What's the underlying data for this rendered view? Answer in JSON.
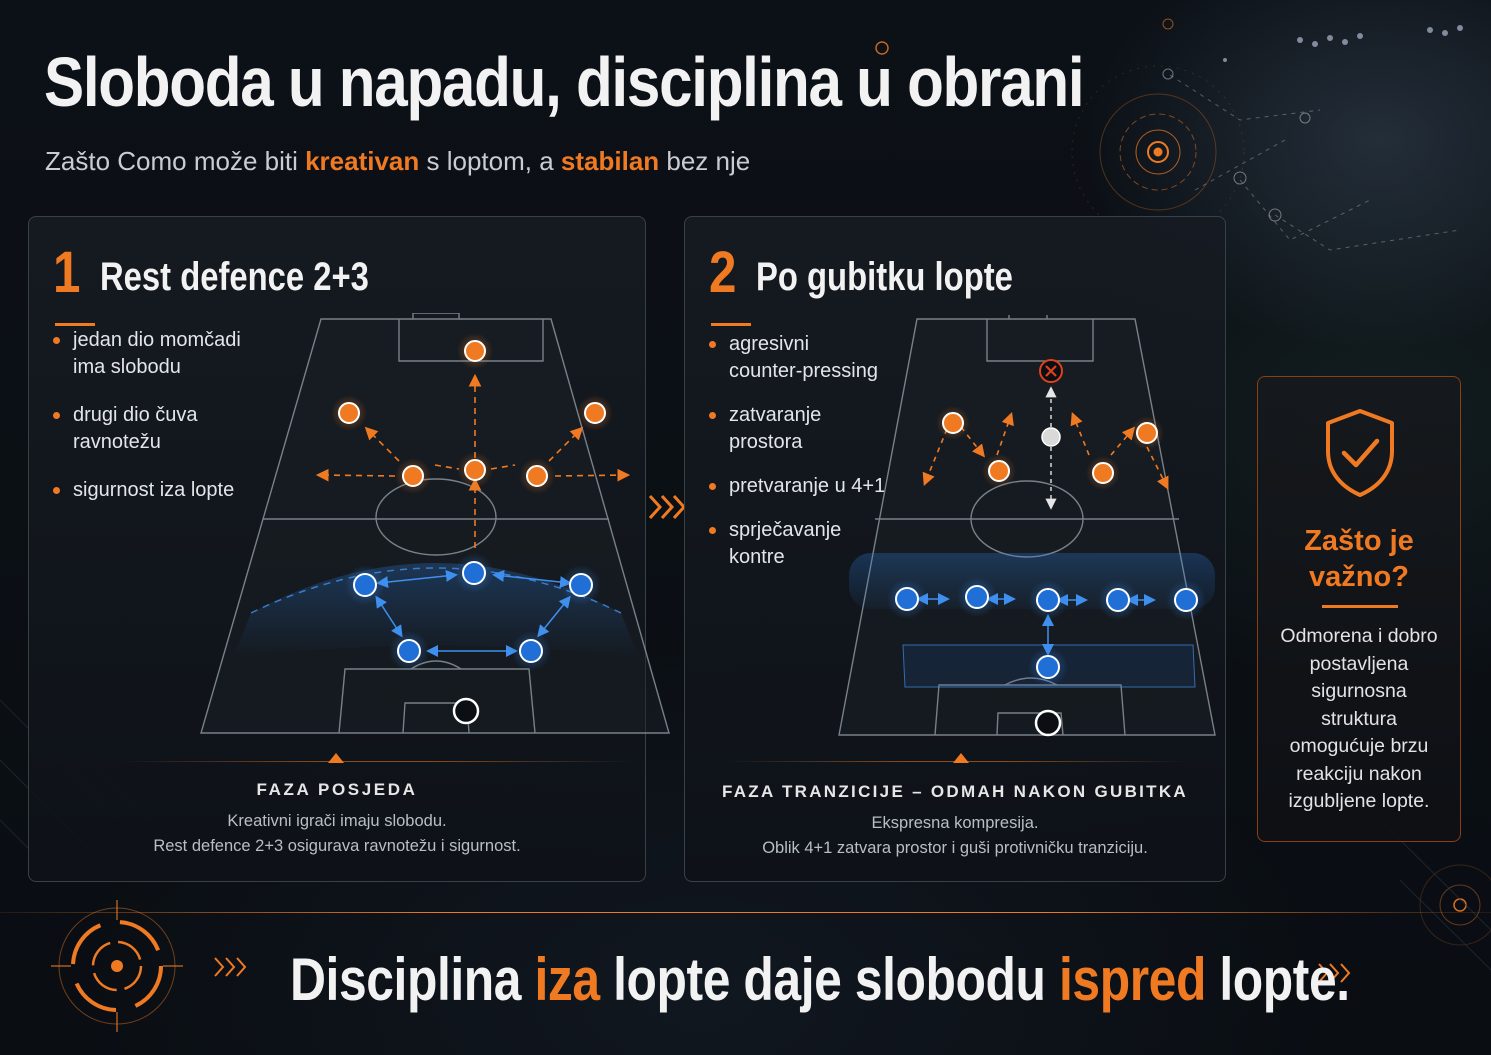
{
  "title": "Sloboda u napadu, disciplina u obrani",
  "subtitle": {
    "part1": "Zašto Como može biti ",
    "highlight1": "kreativan",
    "part2": " s loptom, a ",
    "highlight2": "stabilan",
    "part3": " bez nje"
  },
  "panels": [
    {
      "number": "1",
      "title": "Rest defence 2+3",
      "bullets": [
        [
          "jedan dio momčadi",
          "ima slobodu"
        ],
        [
          "drugi dio čuva",
          "ravnotežu"
        ],
        [
          "sigurnost iza lopte"
        ]
      ],
      "caption_title": "FAZA POSJEDA",
      "caption_lines": [
        "Kreativni igrači imaju slobodu.",
        "Rest defence 2+3 osigurava ravnotežu i sigurnost."
      ]
    },
    {
      "number": "2",
      "title": "Po gubitku lopte",
      "bullets": [
        [
          "agresivni",
          "counter-pressing"
        ],
        [
          "zatvaranje",
          "prostora"
        ],
        [
          "pretvaranje u 4+1"
        ],
        [
          "sprječavanje",
          "kontre"
        ]
      ],
      "caption_title": "FAZA TRANZICIJE – ODMAH NAKON GUBITKA",
      "caption_lines": [
        "Ekspresna kompresija.",
        "Oblik 4+1 zatvara prostor i guši protivničku tranziciju."
      ]
    }
  ],
  "why": {
    "title_line1": "Zašto je",
    "title_line2": "važno?",
    "text": "Odmorena i dobro postavljena sigurnosna struktura omogućuje brzu reakciju nakon izgubljene lopte.",
    "icon": "shield-check-icon"
  },
  "footer": {
    "part1": "Disciplina ",
    "highlight1": "iza",
    "part2": " lopte daje slobodu ",
    "highlight2": "ispred",
    "part3": " lopte."
  },
  "colors": {
    "accent": "#f07a22",
    "defender_blue": "#1f6fd6",
    "background": "#0b0f14"
  }
}
